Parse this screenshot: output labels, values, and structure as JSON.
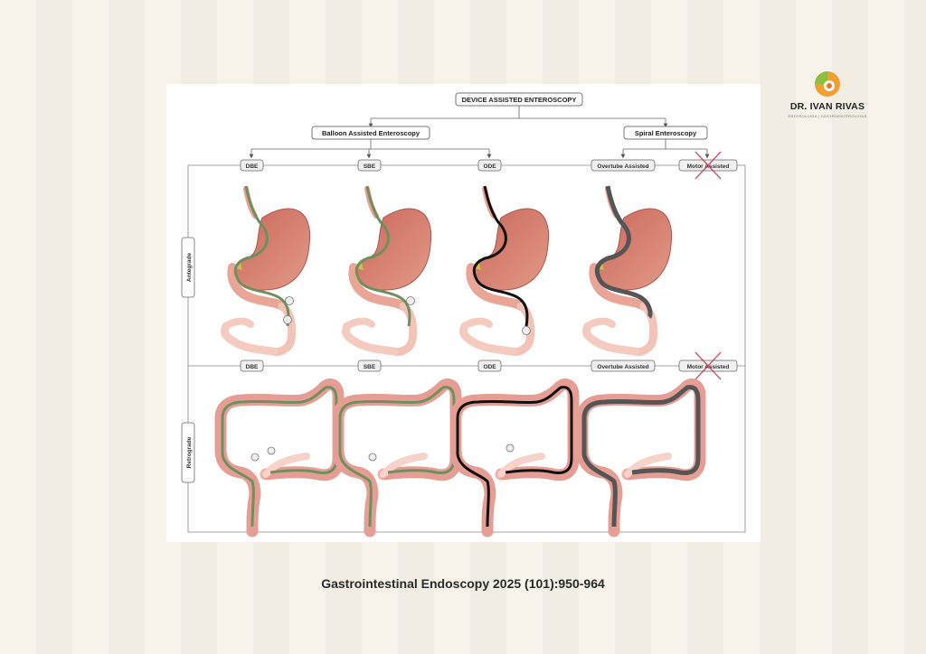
{
  "diagram": {
    "root": "DEVICE ASSISTED ENTEROSCOPY",
    "branches": [
      "Balloon Assisted Enteroscopy",
      "Spiral Enteroscopy"
    ],
    "columns": [
      "DBE",
      "SBE",
      "ODE",
      "Overtube Assisted",
      "Motor Assisted"
    ],
    "rows": [
      "Antegrade",
      "Retrograde"
    ],
    "crossed_out": "Motor Assisted"
  },
  "caption": "Gastrointestinal Endoscopy 2025 (101):950-964",
  "logo": {
    "name": "DR. IVAN RIVAS",
    "tagline": "ENTEROLOGIA | GASTROENTEROLOGIA",
    "icon": "orange-green-circle-logo-icon"
  },
  "colors": {
    "stomach": "#d37a6c",
    "intestine": "#f0b0a4",
    "balloon_scope": "#7a9a6a",
    "scope_black": "#111111",
    "scope_grey": "#555555",
    "cross_mark": "#c0304a"
  }
}
